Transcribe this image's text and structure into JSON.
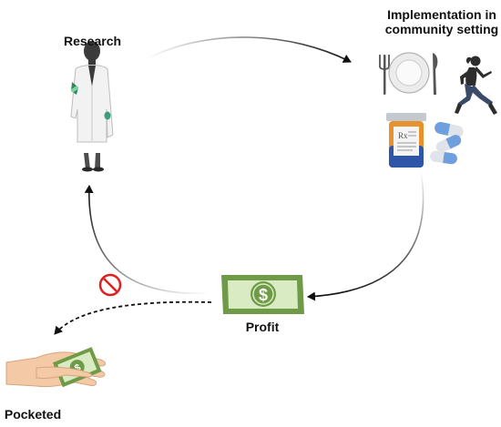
{
  "labels": {
    "research": "Research",
    "implementation_line1": "Implementation in",
    "implementation_line2": "community setting",
    "profit": "Profit",
    "pocketed": "Pocketed"
  },
  "bill_symbol": "$",
  "pill_bottle_text": "Rx",
  "colors": {
    "bill_green": "#6f9a47",
    "bill_light": "#d8ebc2",
    "prohibit_red": "#e02020",
    "pill_blue": "#6f9fdc",
    "bottle_orange": "#e8922e",
    "bottle_blue": "#2f55a8",
    "arrow": "#111111"
  }
}
